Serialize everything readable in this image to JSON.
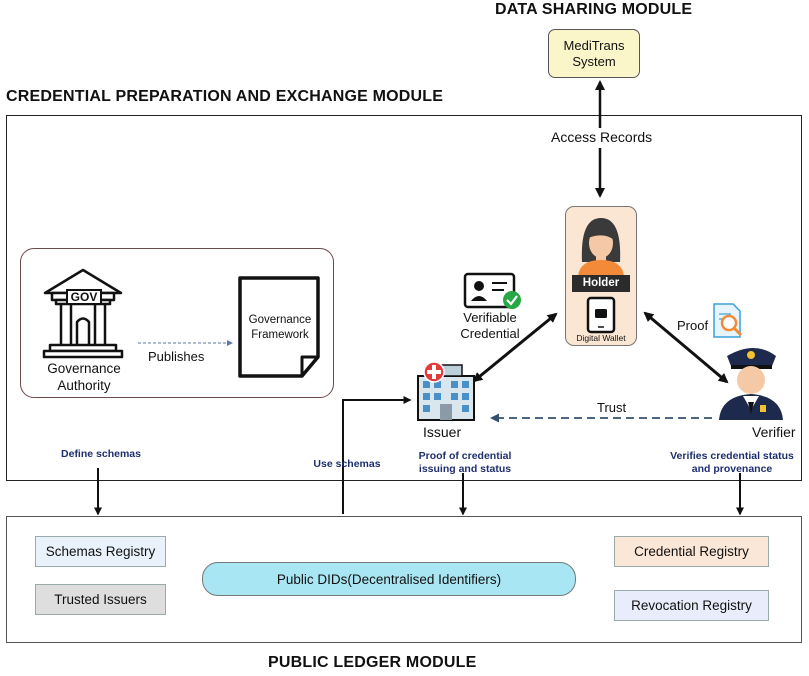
{
  "modules": {
    "data_sharing": "DATA SHARING MODULE",
    "credential": "CREDENTIAL PREPARATION AND EXCHANGE MODULE",
    "ledger": "PUBLIC LEDGER MODULE"
  },
  "meditrans": {
    "line1": "MediTrans",
    "line2": "System"
  },
  "access_records": "Access Records",
  "governance_authority": {
    "icon_text": "GOV",
    "line1": "Governance",
    "line2": "Authority"
  },
  "governance_framework": {
    "line1": "Governance",
    "line2": "Framework"
  },
  "publishes": "Publishes",
  "holder": {
    "badge": "Holder",
    "wallet": "Digital Wallet"
  },
  "verifiable_credential": {
    "line1": "Verifiable",
    "line2": "Credential"
  },
  "proof": "Proof",
  "issuer": "Issuer",
  "verifier": "Verifier",
  "trust": "Trust",
  "define_schemas": "Define schemas",
  "use_schemas": "Use schemas",
  "proof_of_credential": {
    "line1": "Proof of credential",
    "line2": "issuing and status"
  },
  "verifies_status": {
    "line1": "Verifies credential status",
    "line2": "and provenance"
  },
  "registries": {
    "schemas": "Schemas Registry",
    "trusted": "Trusted Issuers",
    "dids": "Public DIDs(Decentralised Identifiers)",
    "credential": "Credential Registry",
    "revocation": "Revocation Registry"
  },
  "colors": {
    "meditrans_fill": "#fbf6c9",
    "schemas_fill": "#e9f2fb",
    "trusted_fill": "#dedede",
    "dids_fill": "#a9e6f3",
    "credential_fill": "#fbe7d8",
    "revocation_fill": "#e9edfb",
    "label_blue": "#1f2f6e",
    "holder_panel": "#fbe5d3"
  }
}
